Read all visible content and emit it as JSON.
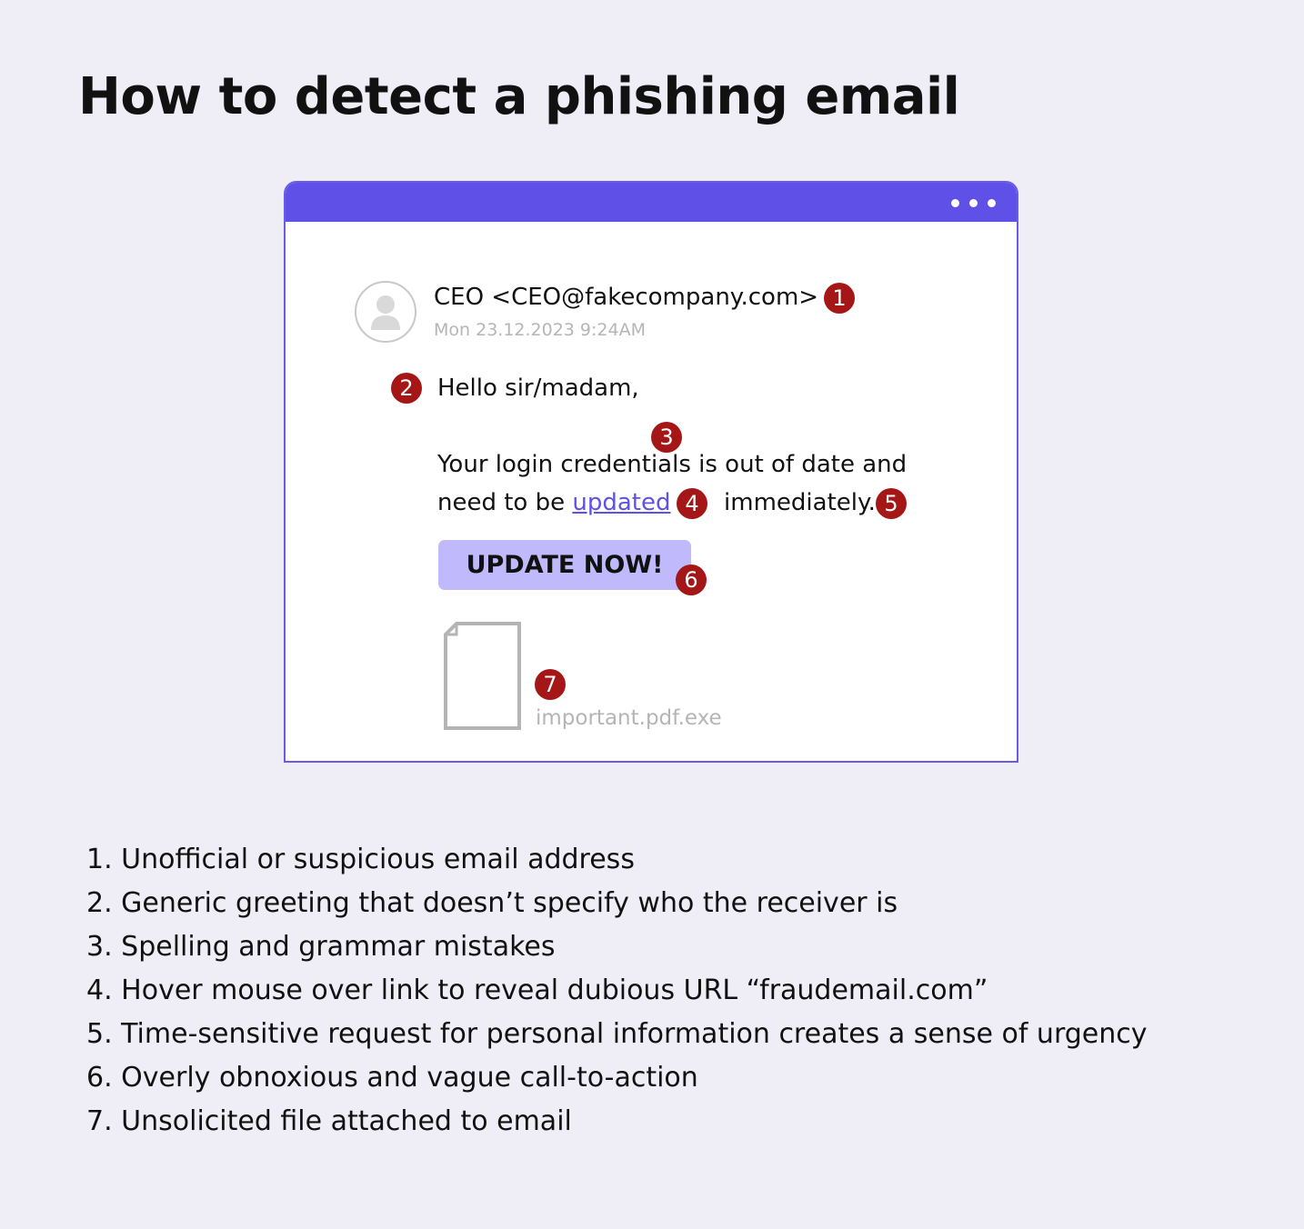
{
  "title": "How to detect a phishing email",
  "email": {
    "sender": "CEO <CEO@fakecompany.com>",
    "date": "Mon 23.12.2023 9:24AM",
    "greeting": "Hello sir/madam,",
    "body_line1": "Your login credentials is out of date and",
    "body_line2_pre": "need to be",
    "link_text": "updated",
    "body_line2_post": "immediately.",
    "button_label": "UPDATE NOW!",
    "attachment_name": "important.pdf.exe"
  },
  "badges": [
    "1",
    "2",
    "3",
    "4",
    "5",
    "6",
    "7"
  ],
  "tips": [
    "1. Unofficial or suspicious email address",
    "2. Generic greeting that doesn’t specify who the receiver is",
    "3. Spelling and grammar mistakes",
    "4. Hover mouse over link to reveal dubious URL “fraudemail.com”",
    "5. Time-sensitive request for personal information creates a sense of urgency",
    "6. Overly obnoxious and vague call-to-action",
    "7. Unsolicited file attached to email"
  ],
  "colors": {
    "accent": "#5f51e8",
    "badge": "#a51616",
    "button": "#c0b9fb",
    "background": "#efeef7"
  }
}
